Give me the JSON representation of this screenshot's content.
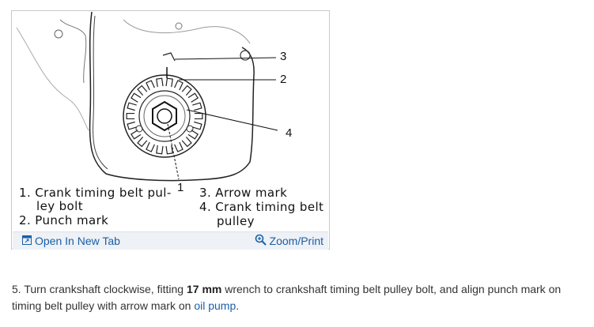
{
  "figure": {
    "callouts": [
      "3",
      "2",
      "4",
      "1"
    ],
    "legend": {
      "item1_line1": "1. Crank timing belt pul-",
      "item1_line2": "ley bolt",
      "item2": "2. Punch mark",
      "item3": "3. Arrow mark",
      "item4_line1": "4. Crank timing belt",
      "item4_line2": "pulley"
    },
    "toolbar": {
      "open_tab_label": "Open In New Tab",
      "open_tab_icon": "open-in-new-tab-icon",
      "zoom_print_label": "Zoom/Print",
      "zoom_print_icon": "magnifier-icon",
      "link_color": "#1a5fa8"
    }
  },
  "instruction": {
    "step_prefix": "5. Turn crankshaft clockwise, fitting ",
    "wrench_size": "17 mm",
    "middle_text": " wrench to crankshaft timing belt pulley bolt, and align punch mark on timing belt pulley with arrow mark on ",
    "link_text": "oil pump",
    "suffix": "."
  }
}
